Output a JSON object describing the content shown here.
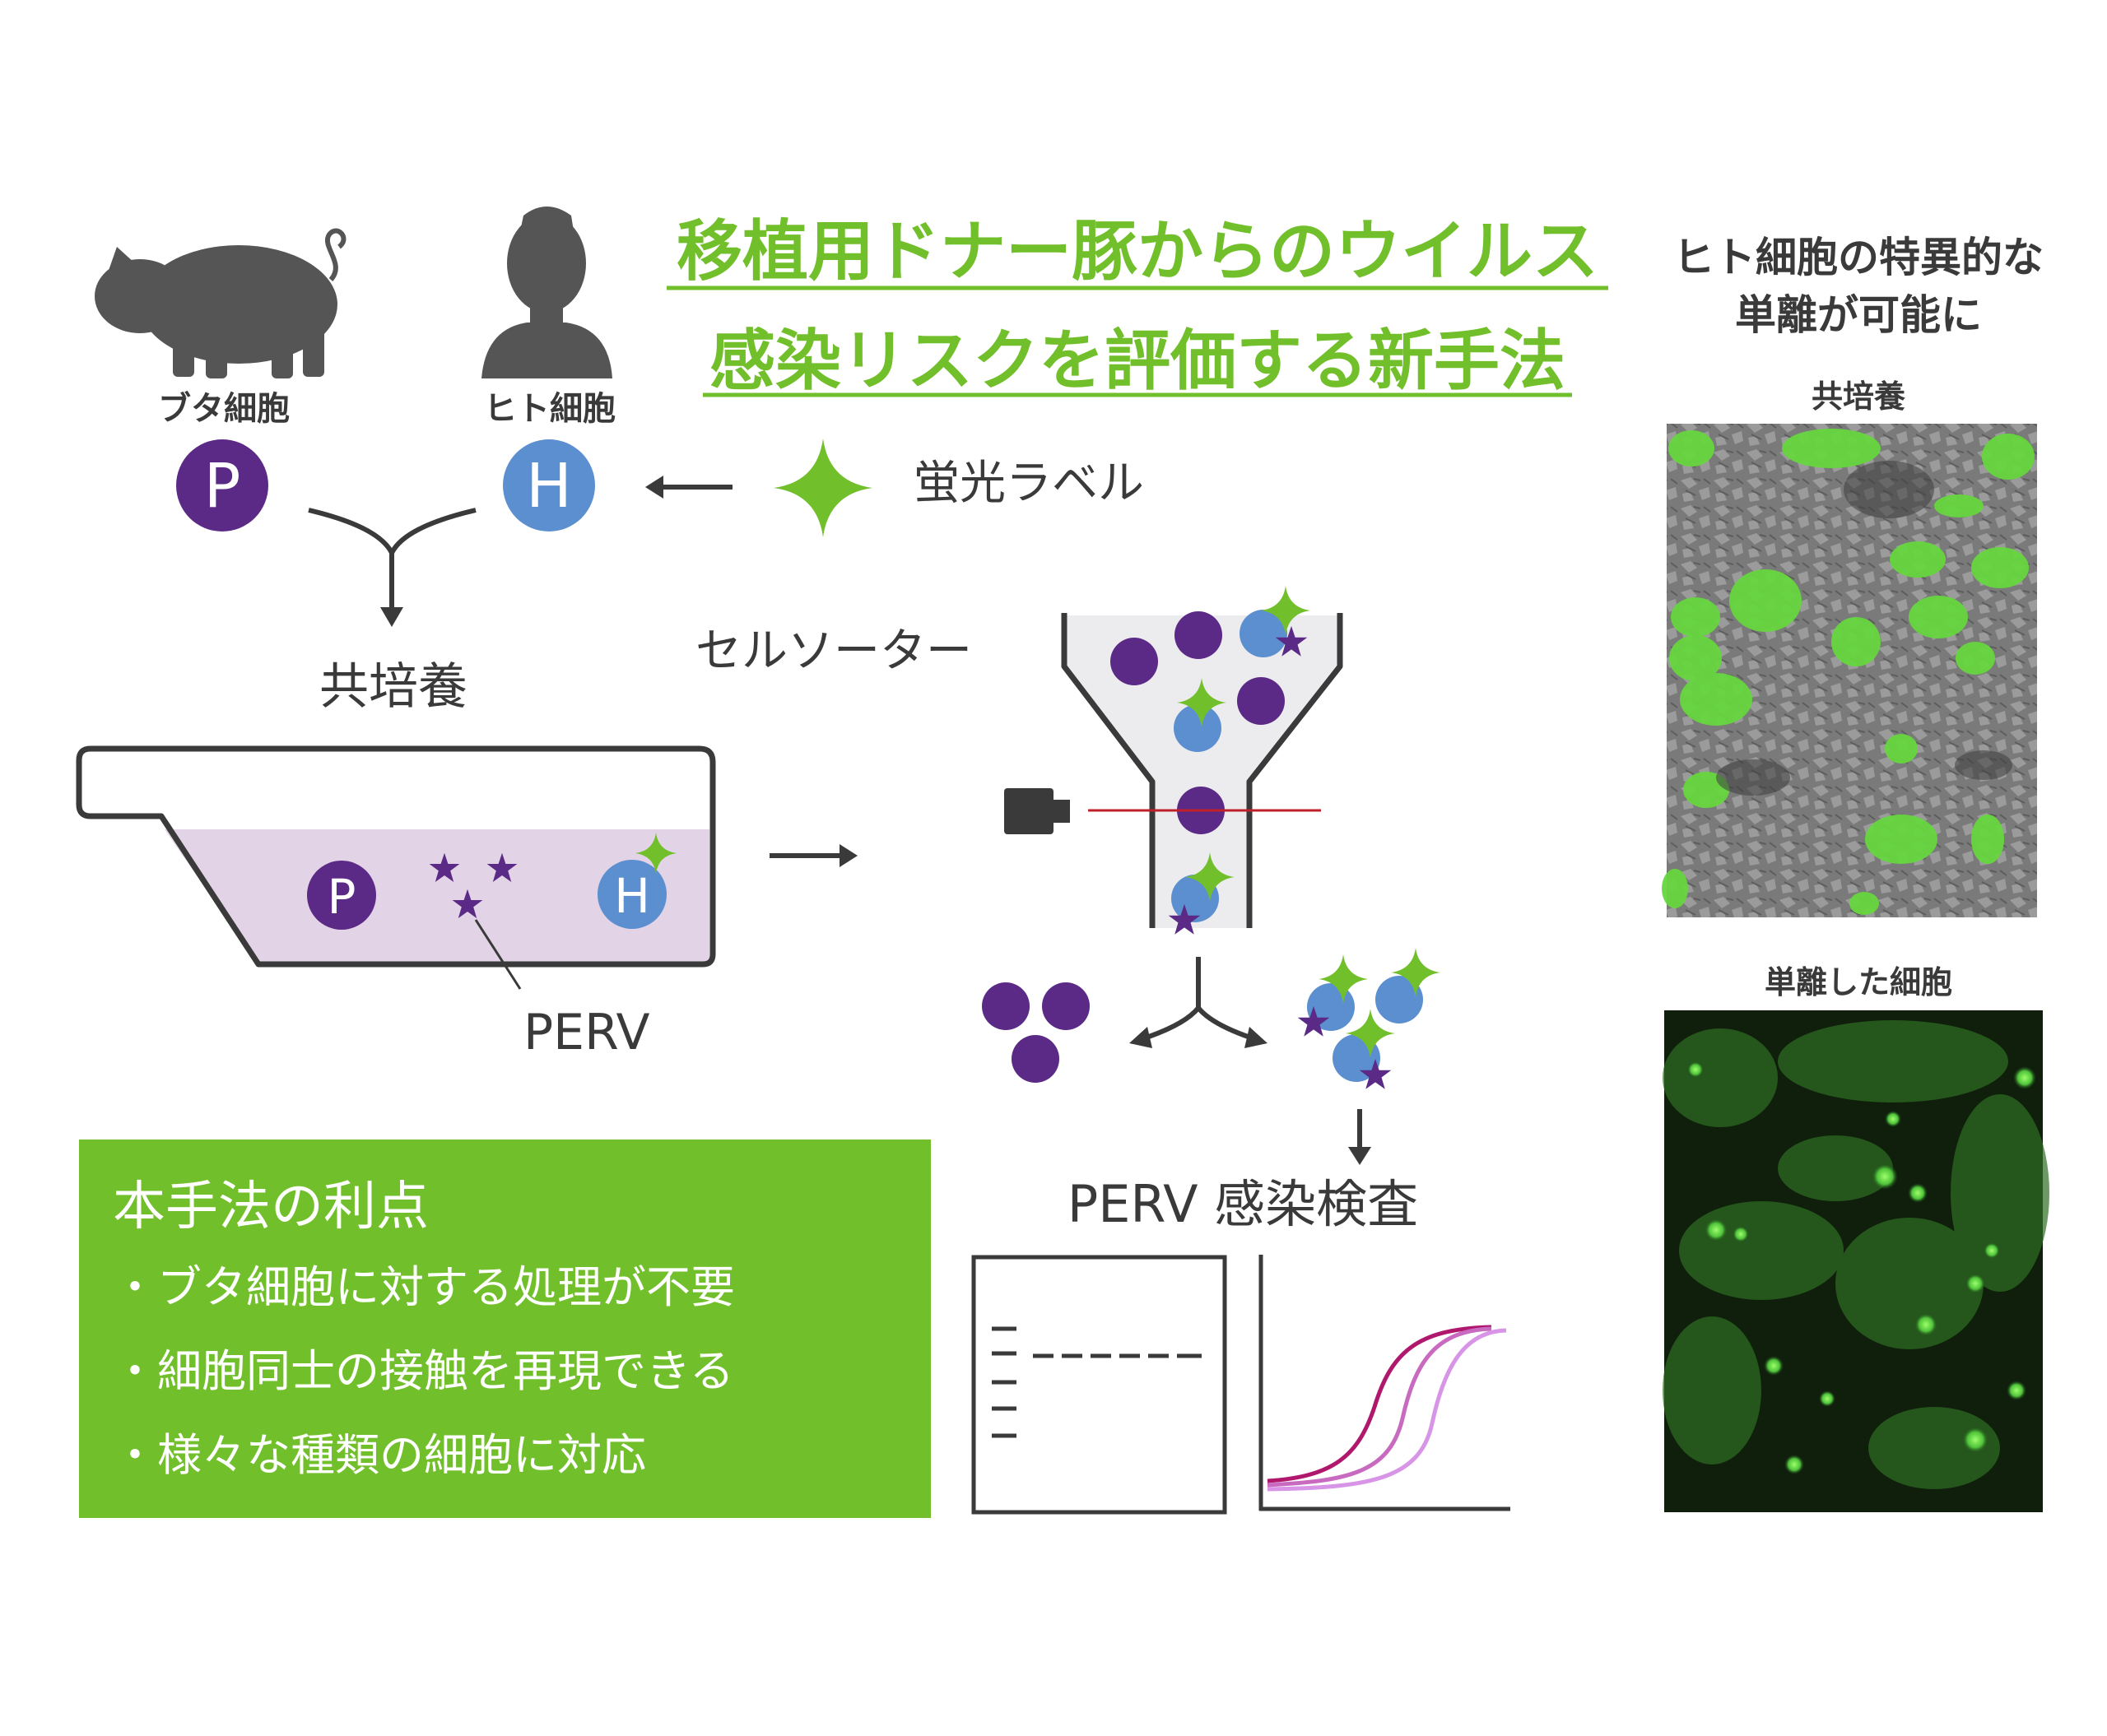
{
  "title": {
    "line1": "移植用ドナー豚からのウイルス",
    "line2": "感染リスクを評価する新手法"
  },
  "labels": {
    "pig_cell": "ブタ細胞",
    "human_cell": "ヒト細胞",
    "pig_letter": "P",
    "human_letter": "H",
    "fluor_label": "蛍光ラベル",
    "coculture": "共培養",
    "perv": "PERV",
    "cell_sorter": "セルソーター",
    "perv_test": "PERV 感染検査"
  },
  "right_panel": {
    "heading_line1": "ヒト細胞の特異的な",
    "heading_line2": "単離が可能に",
    "image1_caption": "共培養",
    "image2_caption": "単離した細胞"
  },
  "advantages": {
    "title": "本手法の利点",
    "items": [
      "・ブタ細胞に対する処理が不要",
      "・細胞同士の接触を再現できる",
      "・様々な種類の細胞に対応"
    ]
  },
  "colors": {
    "green": "#72bf2c",
    "purple": "#5b2a86",
    "blue": "#5b8fd0",
    "dark": "#3a3a3a",
    "silhouette": "#555555",
    "medium": "#e3d3e6",
    "laser": "#c0202a",
    "curve1": "#b0186e",
    "curve2": "#c86ac0",
    "curve3": "#d895e8"
  },
  "icons": [
    "pig-icon",
    "person-icon",
    "fluorescent-star-icon",
    "detector-icon"
  ]
}
